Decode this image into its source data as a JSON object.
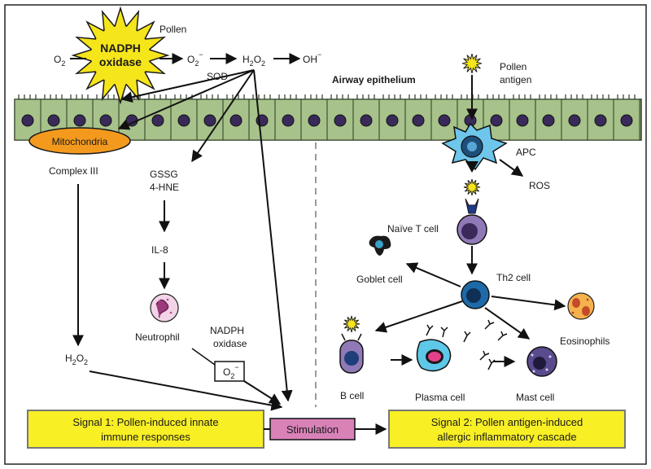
{
  "title": "",
  "labels": {
    "o2_a": "O",
    "o2_a_sub": "2",
    "nadph_top": "NADPH",
    "nadph_bottom": "oxidase",
    "pollen": "Pollen",
    "superoxide": "O",
    "superoxide_sub": "2",
    "superoxide_sup": "−",
    "h2o2_a": "H",
    "h2o2_a_sub1": "2",
    "h2o2_a_o": "O",
    "h2o2_a_sub2": "2",
    "hydroxyl": "OH",
    "hydroxyl_sup": "−",
    "sod": "SOD",
    "airway": "Airway epithelium",
    "pollen_antigen_1": "Pollen",
    "pollen_antigen_2": "antigen",
    "mitochondria": "Mitochondria",
    "complex3": "Complex III",
    "gssg": "GSSG",
    "hne": "4-HNE",
    "il8": "IL-8",
    "neutrophil": "Neutrophil",
    "nadph2_top": "NADPH",
    "nadph2_bottom": "oxidase",
    "o2_box": "O",
    "o2_box_sub": "2",
    "o2_box_sup": "−",
    "h2o2_b": "H",
    "h2o2_b_sub1": "2",
    "h2o2_b_o": "O",
    "h2o2_b_sub2": "2",
    "apc": "APC",
    "ros": "ROS",
    "naive": "Naïve T cell",
    "th2": "Th2 cell",
    "goblet": "Goblet cell",
    "eosin": "Eosinophils",
    "bcell": "B cell",
    "plasma": "Plasma cell",
    "mast": "Mast cell"
  },
  "boxes": {
    "signal1_line1": "Signal 1: Pollen-induced innate",
    "signal1_line2": "immune responses",
    "stimulation": "Stimulation",
    "signal2_line1": "Signal 2: Pollen antigen-induced",
    "signal2_line2": "allergic inflammatory cascade"
  },
  "colors": {
    "epithelium": "#a7c28a",
    "nucleus": "#3a2a5a",
    "sun": "#f5e51b",
    "mitochondria": "#f39a1e",
    "signal_box": "#f8ef24",
    "stimulation": "#d882b8",
    "apc": "#6ec6ea",
    "apc_nucleus": "#1f4f79",
    "naive_tcell": "#8f79b6",
    "th2_cell": "#1e6aa8",
    "mast_cell": "#5a4a8e",
    "eosinophil": "#f4b24c"
  }
}
